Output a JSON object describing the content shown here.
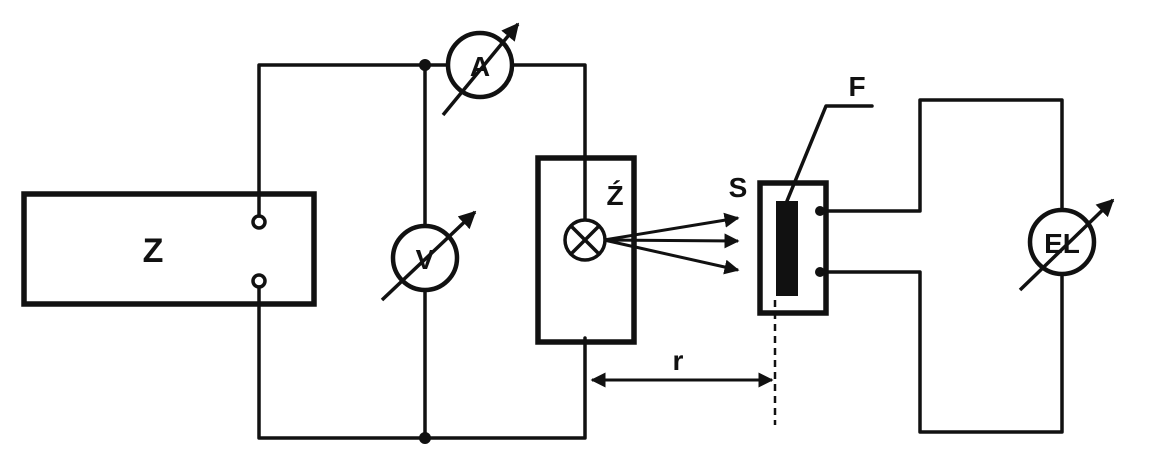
{
  "labels": {
    "supply": "Z",
    "ammeter": "A",
    "voltmeter": "V",
    "source": "Ź",
    "sensor_holder": "S",
    "filter": "F",
    "electrometer": "EL",
    "distance": "r"
  },
  "colors": {
    "ink": "#111111",
    "background": "#ffffff"
  }
}
